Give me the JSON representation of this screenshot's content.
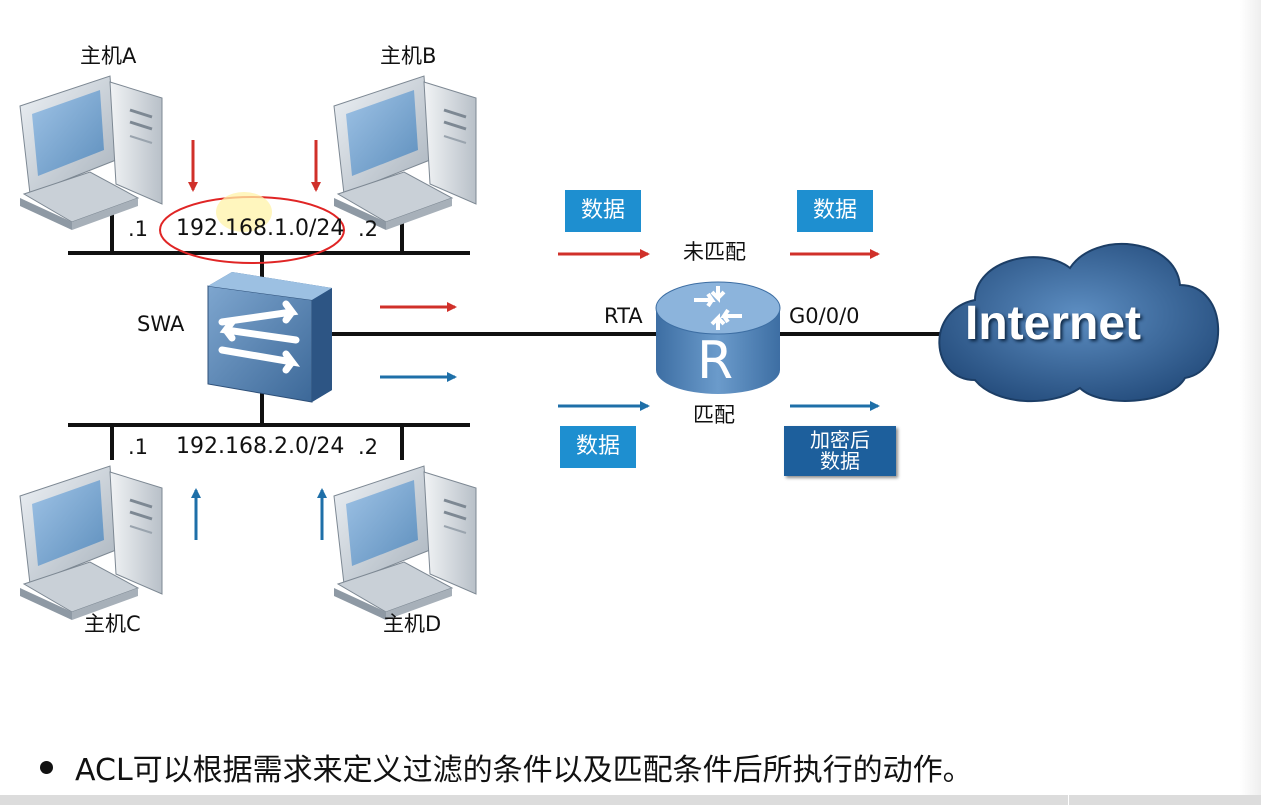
{
  "hosts": {
    "a": {
      "label": "主机A"
    },
    "b": {
      "label": "主机B"
    },
    "c": {
      "label": "主机C"
    },
    "d": {
      "label": "主机D"
    }
  },
  "top_segment": {
    "network": "192.168.1.0/24",
    "left_addr": ".1",
    "right_addr": ".2"
  },
  "bottom_segment": {
    "network": "192.168.2.0/24",
    "left_addr": ".1",
    "right_addr": ".2"
  },
  "switch": {
    "label": "SWA"
  },
  "router": {
    "label": "RTA",
    "interface": "G0/0/0",
    "glyph": "R"
  },
  "cloud": {
    "label": "Internet"
  },
  "flow": {
    "unmatched": {
      "label": "未匹配",
      "data_in": "数据",
      "data_out": "数据"
    },
    "matched": {
      "label": "匹配",
      "data_in": "数据",
      "data_out_line1": "加密后",
      "data_out_line2": "数据"
    }
  },
  "caption": "ACL可以根据需求来定义过滤的条件以及匹配条件后所执行的动作。",
  "colors": {
    "red_arrow": "#d0302a",
    "blue_arrow": "#1e6fa8",
    "data_box": "#1e8fd0",
    "encrypted_box": "#1d5f9c",
    "cloud": "#2f5b8f",
    "router": "#4b7db3",
    "highlight_ellipse": "#e02525"
  },
  "icons": [
    "pc-icon",
    "switch-icon",
    "router-icon",
    "cloud-icon",
    "arrow-icon"
  ]
}
